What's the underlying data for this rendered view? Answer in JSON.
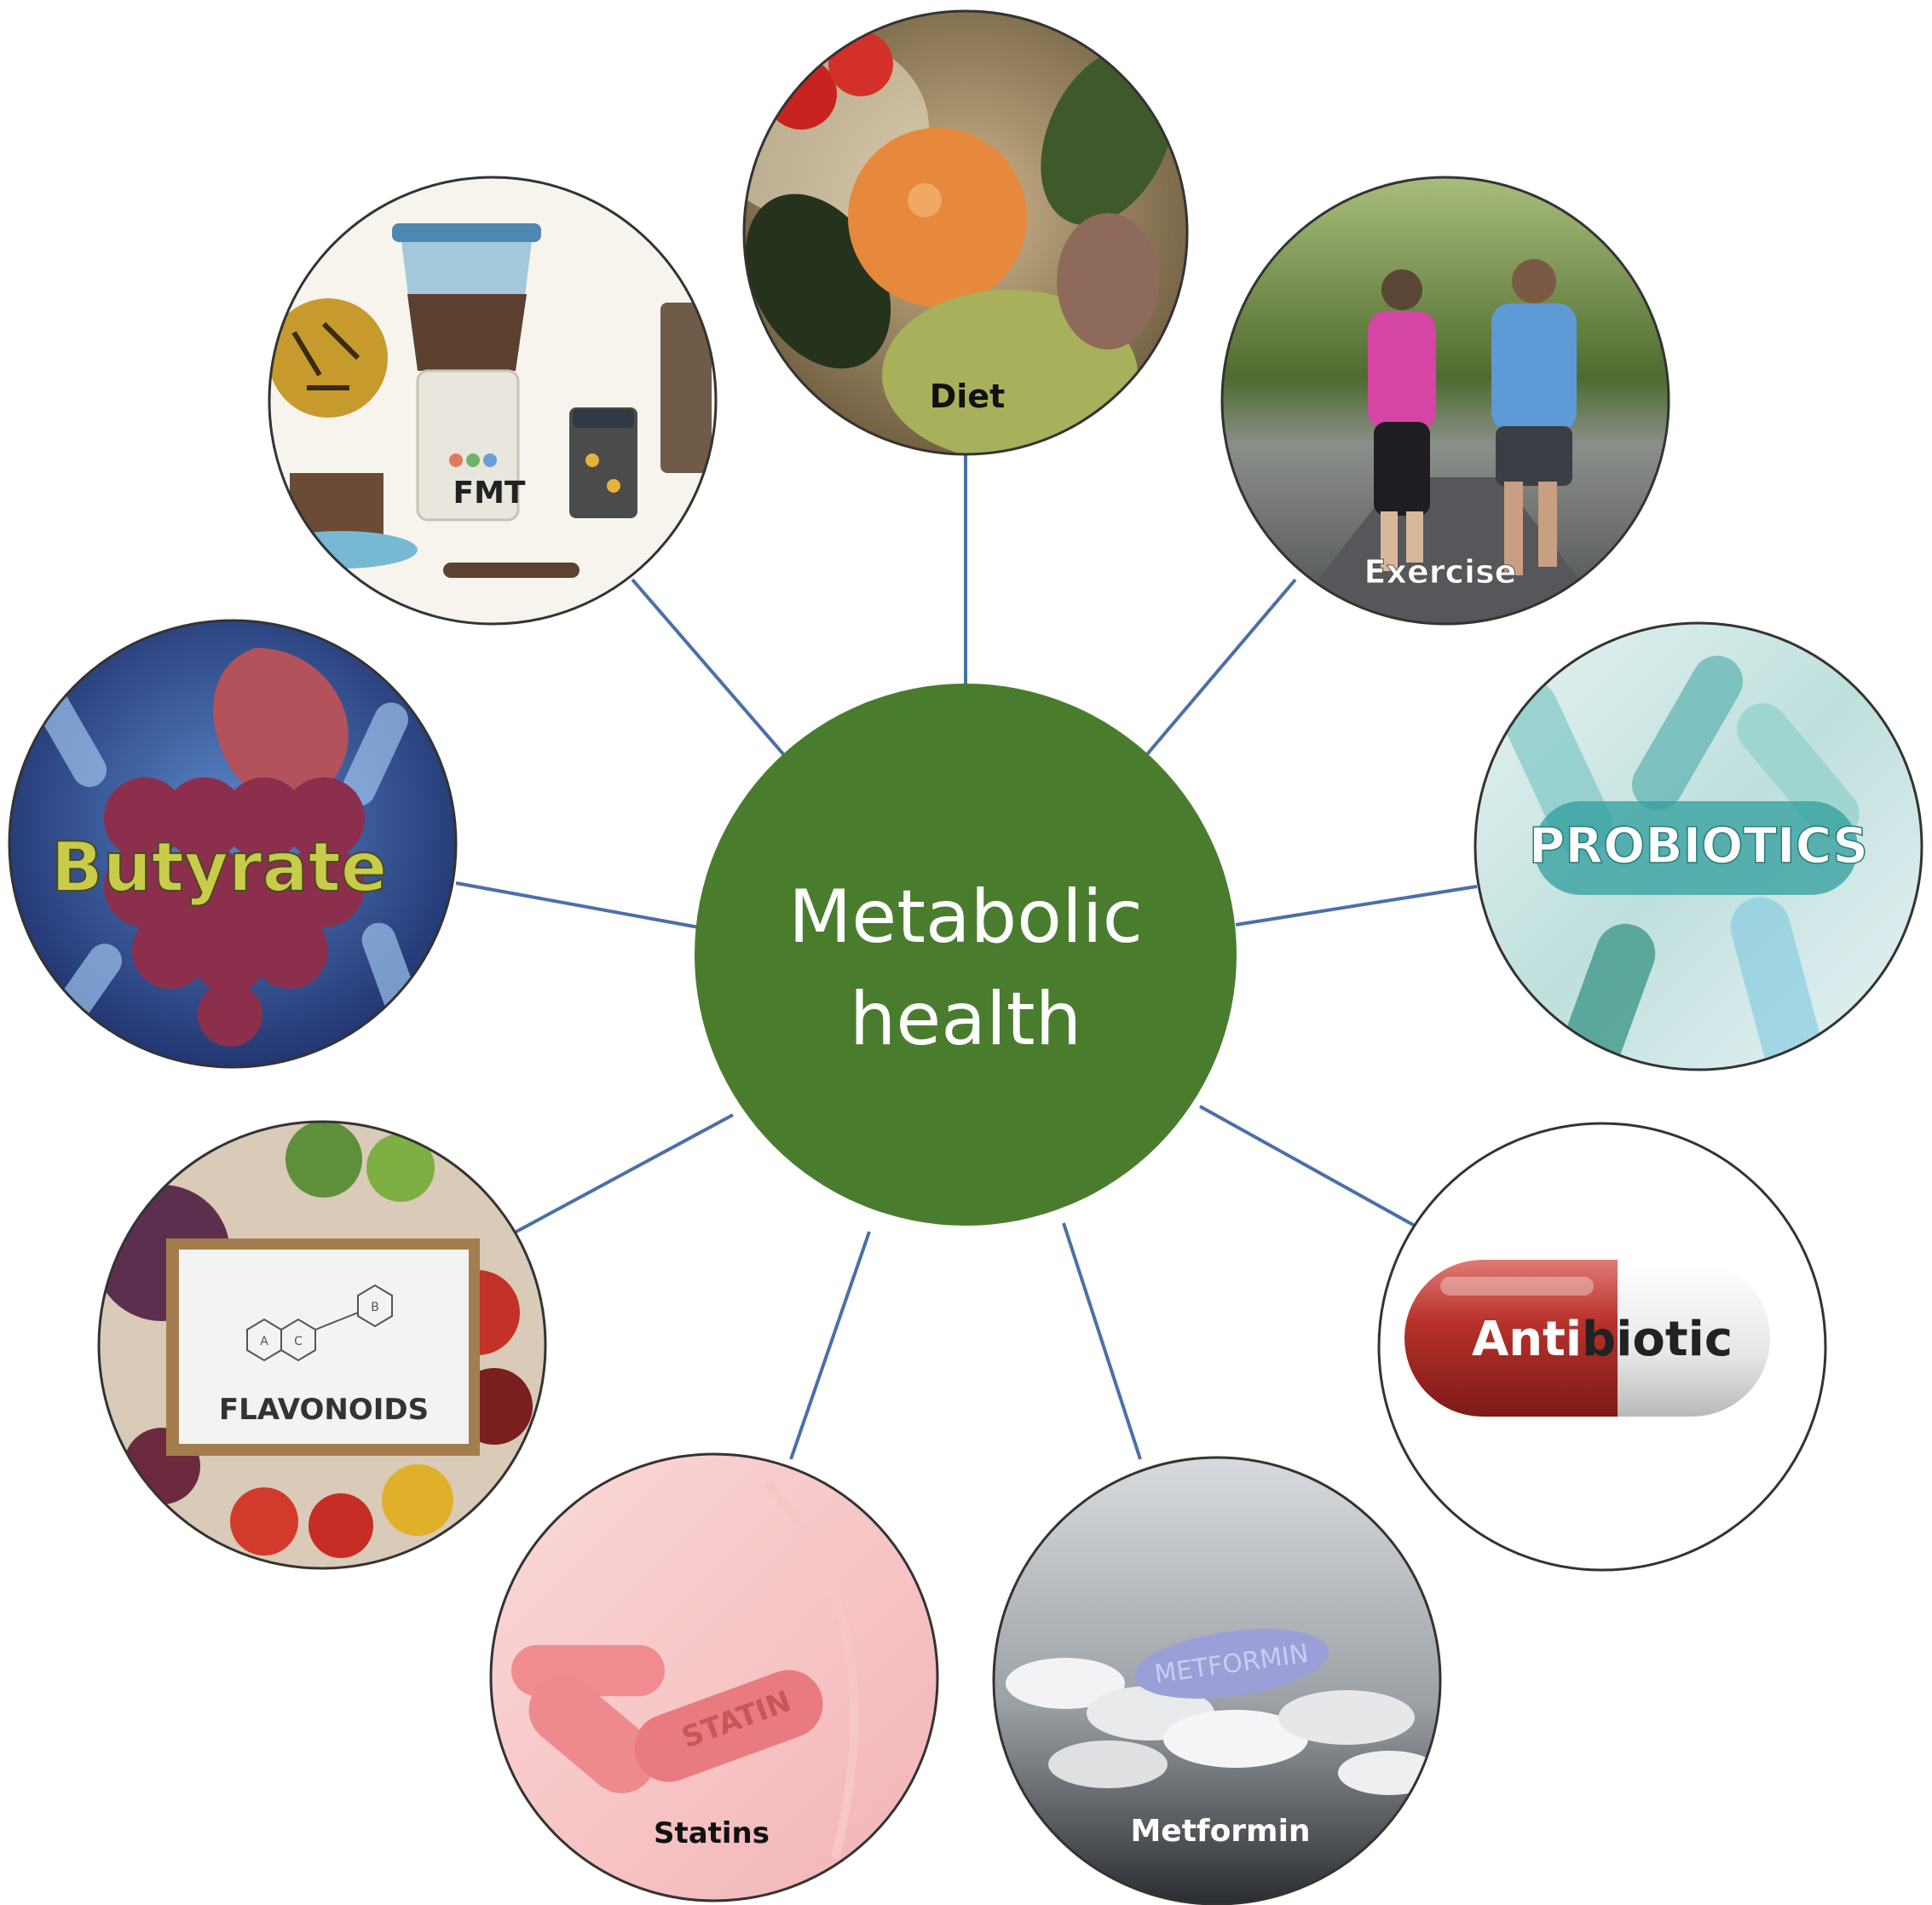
{
  "center": {
    "line1": "Metabolic",
    "line2": "health",
    "color": "#4a7c2e"
  },
  "connector_color": "#4b6fa8",
  "nodes": [
    {
      "id": "diet",
      "label": "Diet",
      "icon": "fruit-vegetables-bag"
    },
    {
      "id": "exercise",
      "label": "Exercise",
      "icon": "two-people-running"
    },
    {
      "id": "probiotics",
      "label": "PROBIOTICS",
      "icon": "bacteria-cells"
    },
    {
      "id": "antibiotic",
      "label_part1": "Anti",
      "label_part2": "biotic",
      "icon": "capsule"
    },
    {
      "id": "metformin",
      "label": "Metformin",
      "tablet_text": "METFORMIN",
      "icon": "tablets"
    },
    {
      "id": "statins",
      "label": "Statins",
      "capsule_text": "STATIN",
      "icon": "pink-capsules"
    },
    {
      "id": "flavonoids",
      "label": "FLAVONOIDS",
      "ring_labels": [
        "A",
        "C",
        "B"
      ],
      "icon": "flavonoid-structure-board"
    },
    {
      "id": "butyrate",
      "label": "Butyrate",
      "icon": "digestive-system"
    },
    {
      "id": "fmt",
      "label": "FMT",
      "icon": "blender-and-jars"
    }
  ]
}
